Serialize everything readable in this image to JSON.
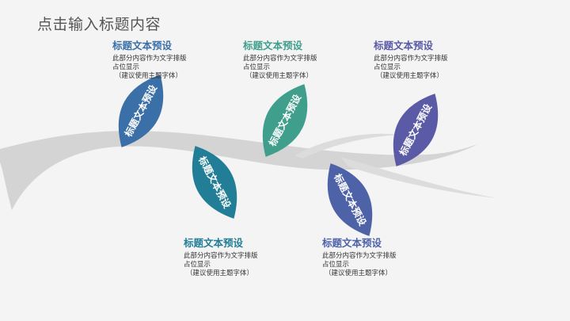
{
  "slide": {
    "title": "点击输入标题内容"
  },
  "leaves": [
    {
      "label": "标题文本预设",
      "color": "#3b6fa8"
    },
    {
      "label": "标题文本预设",
      "color": "#3f9f8c"
    },
    {
      "label": "标题文本预设",
      "color": "#5a5aa6"
    },
    {
      "label": "标题文本预设",
      "color": "#217e96"
    },
    {
      "label": "标题文本预设",
      "color": "#4e62a8"
    }
  ],
  "blocks": [
    {
      "title": "标题文本预设",
      "body": "此部分内容作为文字排版占位显示",
      "note": "（建议使用主题字体）",
      "color": "#3b6fa8"
    },
    {
      "title": "标题文本预设",
      "body": "此部分内容作为文字排版占位显示",
      "note": "（建议使用主题字体）",
      "color": "#3f9f8c"
    },
    {
      "title": "标题文本预设",
      "body": "此部分内容作为文字排版占位显示",
      "note": "（建议使用主题字体）",
      "color": "#5a5aa6"
    },
    {
      "title": "标题文本预设",
      "body": "此部分内容作为文字排版占位显示",
      "note": "（建议使用主题字体）",
      "color": "#217e96"
    },
    {
      "title": "标题文本预设",
      "body": "此部分内容作为文字排版占位显示",
      "note": "（建议使用主题字体）",
      "color": "#4e62a8"
    }
  ]
}
